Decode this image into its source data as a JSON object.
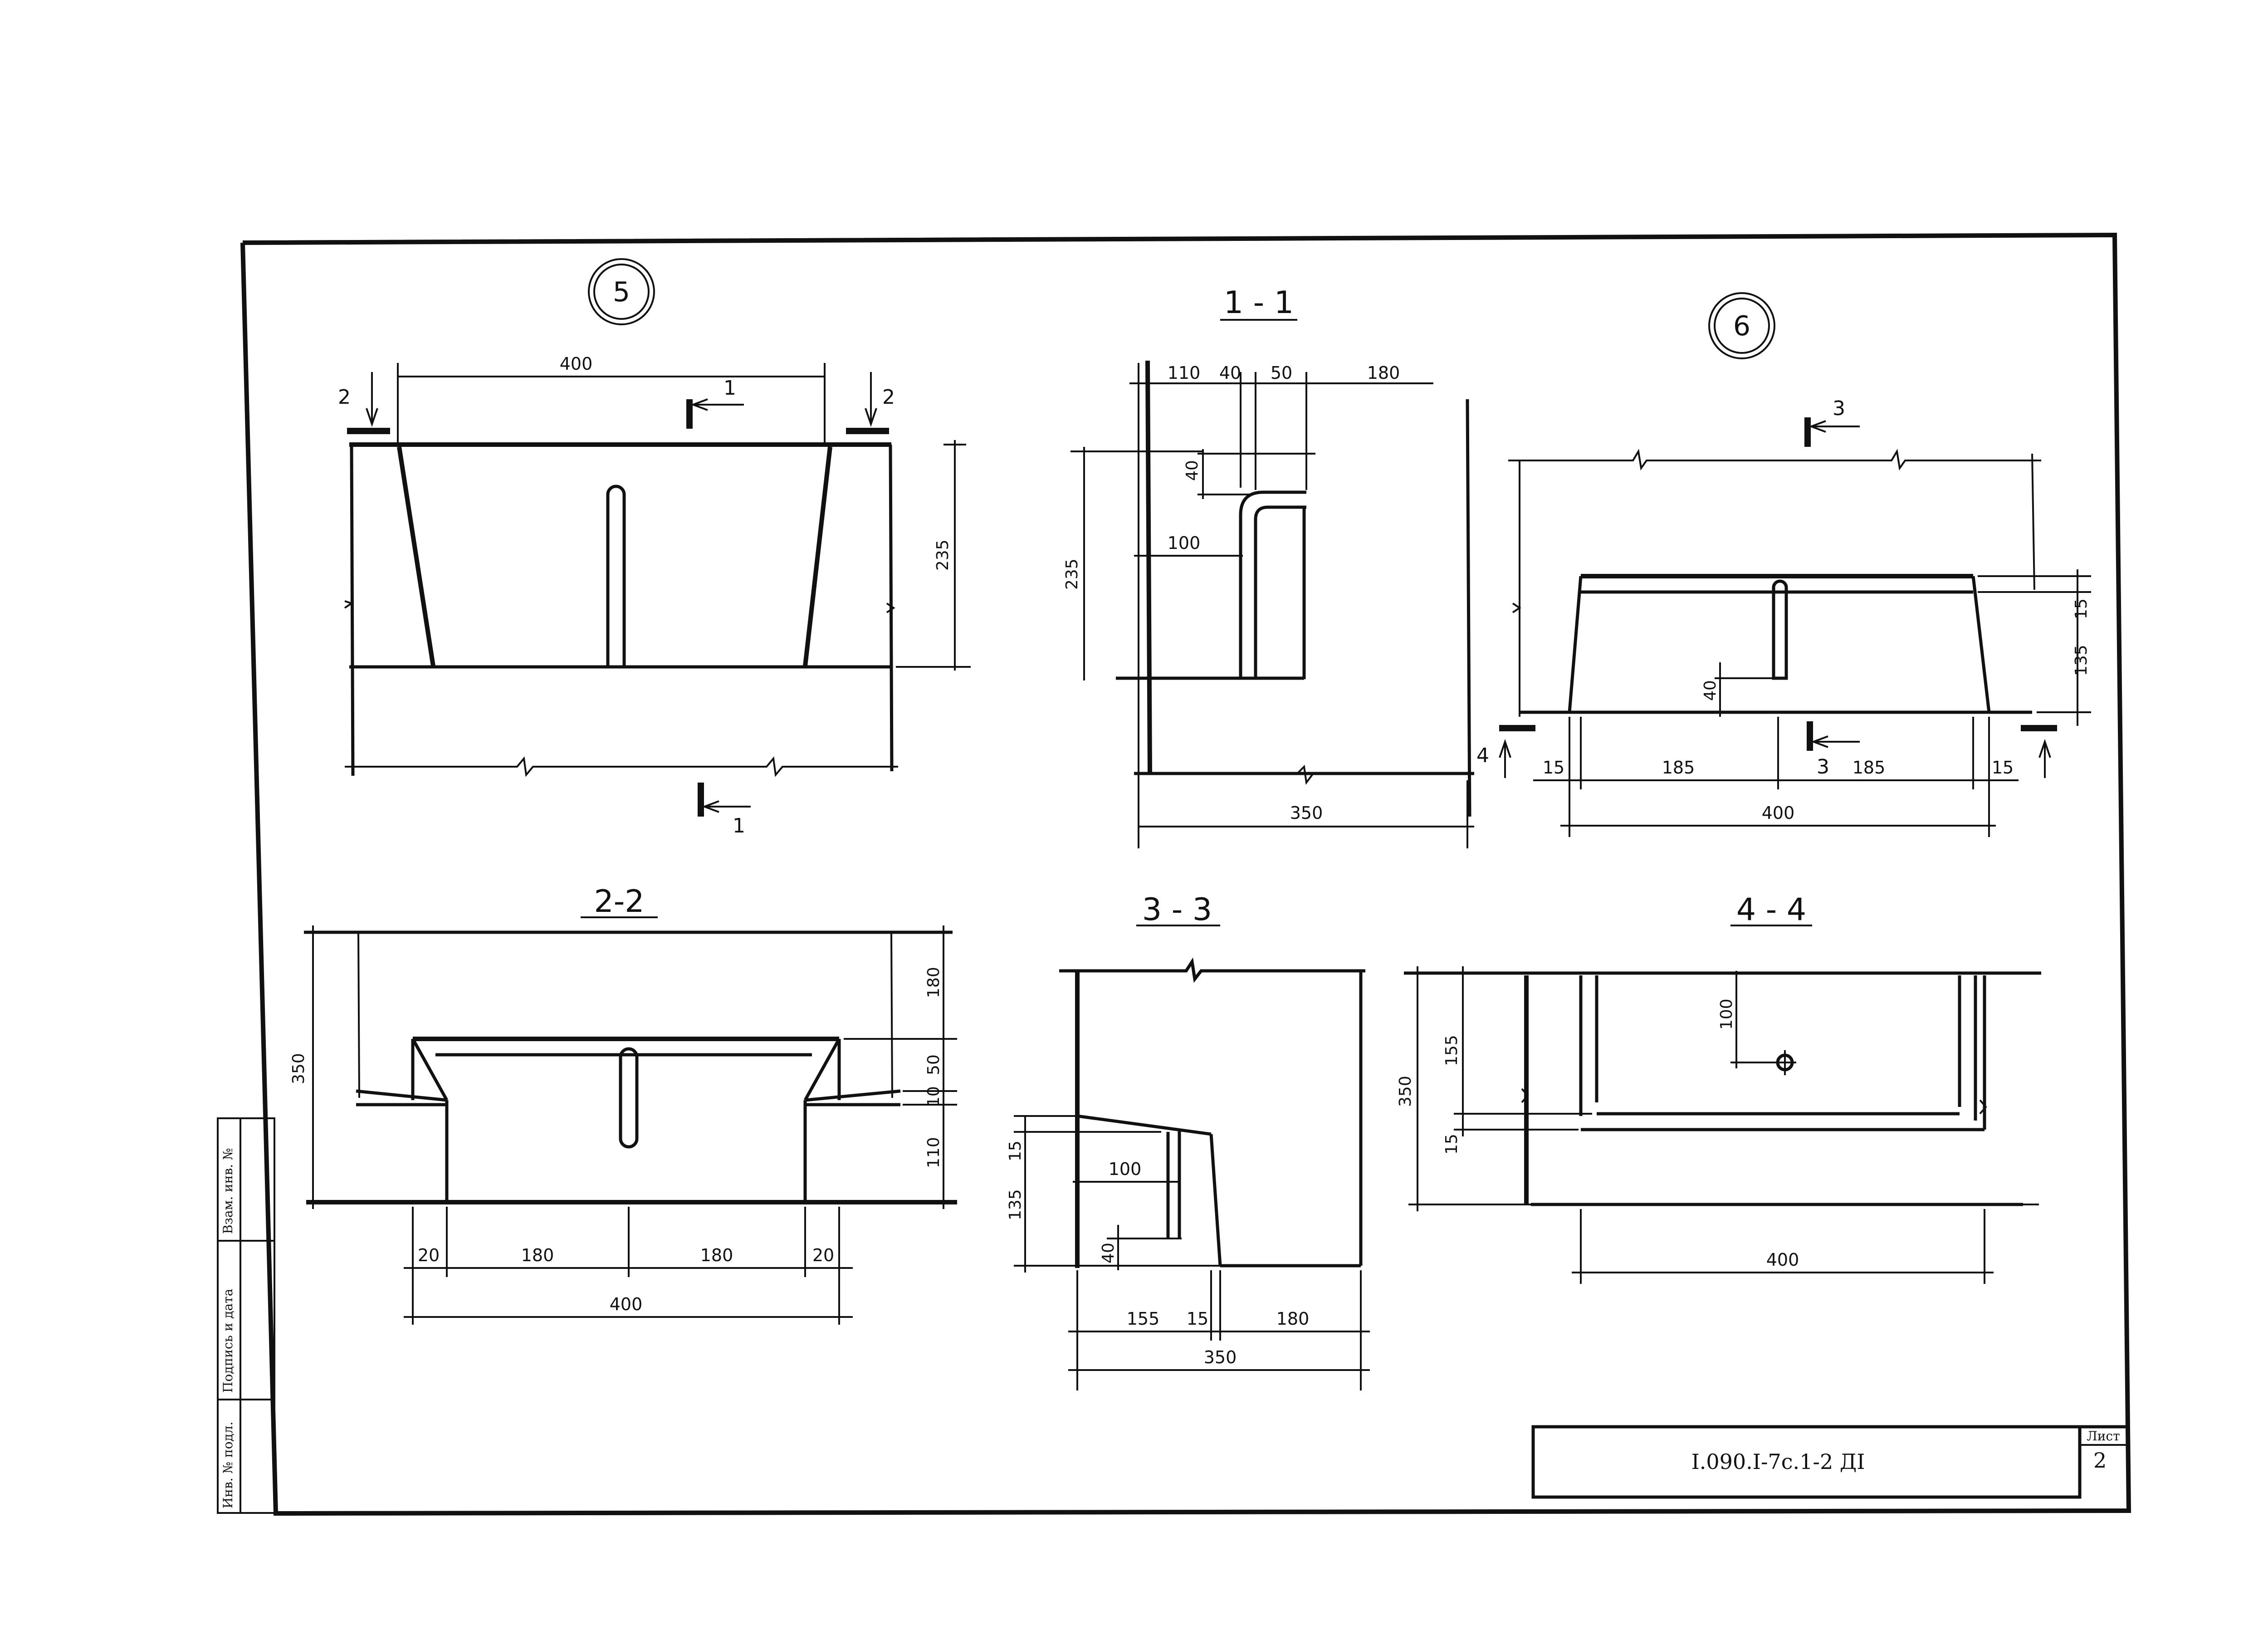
{
  "views": {
    "v5": {
      "marker": "5",
      "dims": {
        "top": "400",
        "right": "235"
      },
      "section_labels": {
        "left": "2",
        "right": "2",
        "top_cut": "1",
        "bottom_cut": "1"
      }
    },
    "v11": {
      "title": "1 - 1",
      "dims": {
        "top_a": "110",
        "top_b": "40",
        "top_c": "50",
        "top_d": "180",
        "v40": "40",
        "h100": "100",
        "left": "235",
        "bottom": "350"
      }
    },
    "v6": {
      "marker": "6",
      "dims": {
        "d15a": "15",
        "d185a": "185",
        "d185b": "185",
        "d15b": "15",
        "bottom": "400",
        "r15": "15",
        "r135": "135",
        "v40": "40"
      },
      "section_labels": {
        "top_cut": "3",
        "mid_cut": "3",
        "left_cut": "4"
      }
    },
    "v22": {
      "title": "2-2",
      "dims": {
        "left": "350",
        "r180": "180",
        "r50": "50",
        "r10": "10",
        "r110": "110",
        "b20a": "20",
        "b180a": "180",
        "b180b": "180",
        "b20b": "20",
        "bottom": "400"
      }
    },
    "v33": {
      "title": "3 - 3",
      "dims": {
        "l15": "15",
        "l135": "135",
        "h100": "100",
        "v40": "40",
        "b155": "155",
        "b15": "15",
        "b180": "180",
        "bottom": "350"
      }
    },
    "v44": {
      "title": "4 - 4",
      "dims": {
        "l350": "350",
        "l155": "155",
        "l15": "15",
        "v100": "100",
        "bottom": "400"
      }
    }
  },
  "title_block": {
    "code": "I.090.I-7с.1-2 ДI",
    "sheet_label": "Лист",
    "sheet_number": "2"
  },
  "side_stamp": {
    "cell1": "Взам. инв. №",
    "cell2": "Подпись и дата",
    "cell3": "Инв. № подл."
  }
}
